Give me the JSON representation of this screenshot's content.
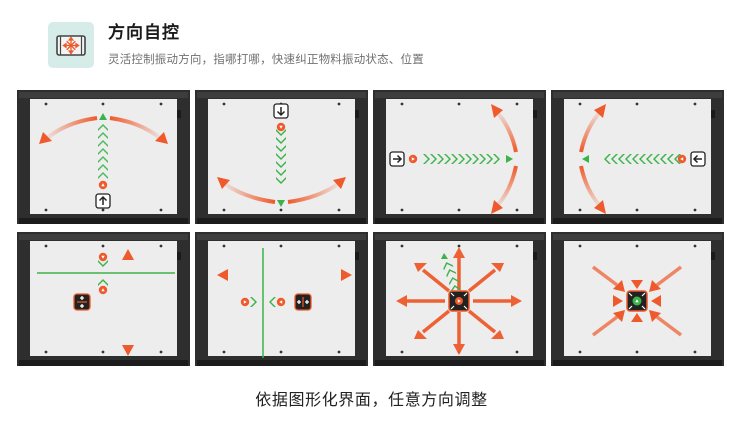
{
  "header": {
    "icon": "vibration-direction-icon",
    "title": "方向自控",
    "subtitle": "灵活控制振动方向，指哪打哪，快速纠正物料振动状态、位置"
  },
  "colors": {
    "accent_orange": "#ee5a2b",
    "flow_green": "#3cb34a",
    "frame_dark": "#2d2d2d",
    "plate_light": "#eeeeee",
    "logo_bg": "#d6ece9"
  },
  "panels": [
    {
      "id": "up",
      "description": "Material flows upward with arc spread left/right",
      "control_icon": "arrow-up-icon"
    },
    {
      "id": "down",
      "description": "Material flows downward with arc spread left/right",
      "control_icon": "arrow-down-icon"
    },
    {
      "id": "right",
      "description": "Material flows right with arc spread up/down",
      "control_icon": "arrow-right-icon"
    },
    {
      "id": "left",
      "description": "Material flows left with arc spread up/down",
      "control_icon": "arrow-left-icon"
    },
    {
      "id": "converge-horizontal-line",
      "description": "Vertical convergence toward horizontal line",
      "control_icon": "converge-vertical-icon"
    },
    {
      "id": "converge-vertical-line",
      "description": "Horizontal convergence toward vertical line",
      "control_icon": "converge-horizontal-icon"
    },
    {
      "id": "disperse",
      "description": "Radial dispersion outward",
      "control_icon": "expand-icon"
    },
    {
      "id": "gather",
      "description": "Radial gathering toward center",
      "control_icon": "gather-icon"
    }
  ],
  "caption": "依据图形化界面，任意方向调整"
}
